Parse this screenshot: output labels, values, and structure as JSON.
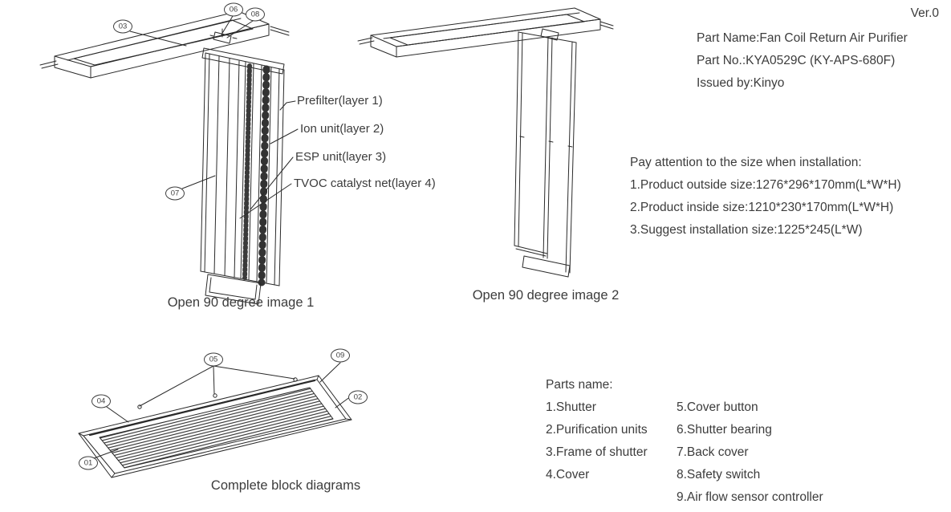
{
  "colors": {
    "text": "#3c3c3c",
    "line": "#2a2a2a",
    "background": "#ffffff"
  },
  "header": {
    "version": "Ver.0",
    "part_name": "Part Name:Fan Coil Return Air Purifier",
    "part_no": "Part No.:KYA0529C (KY-APS-680F)",
    "issued_by": "Issued by:Kinyo"
  },
  "installation": {
    "title": "Pay attention to the size when installation:",
    "items": [
      "1.Product outside size:1276*296*170mm(L*W*H)",
      "2.Product inside size:1210*230*170mm(L*W*H)",
      "3.Suggest installation size:1225*245(L*W)"
    ]
  },
  "drawings": {
    "image1": {
      "caption": "Open 90 degree image 1",
      "callouts": [
        {
          "label": "03"
        },
        {
          "label": "06"
        },
        {
          "label": "08"
        },
        {
          "label": "07"
        }
      ],
      "layer_labels": [
        "Prefilter(layer 1)",
        "Ion unit(layer 2)",
        "ESP unit(layer 3)",
        "TVOC catalyst net(layer 4)"
      ]
    },
    "image2": {
      "caption": "Open 90 degree image 2"
    },
    "complete": {
      "caption": "Complete block diagrams",
      "callouts": [
        {
          "label": "05"
        },
        {
          "label": "09"
        },
        {
          "label": "04"
        },
        {
          "label": "02"
        },
        {
          "label": "01"
        }
      ]
    }
  },
  "parts": {
    "title": "Parts name:",
    "column1": [
      "1.Shutter",
      "2.Purification units",
      "3.Frame of shutter",
      "4.Cover"
    ],
    "column2": [
      "5.Cover button",
      "6.Shutter bearing",
      "7.Back cover",
      "8.Safety switch",
      "9.Air flow sensor controller"
    ]
  }
}
